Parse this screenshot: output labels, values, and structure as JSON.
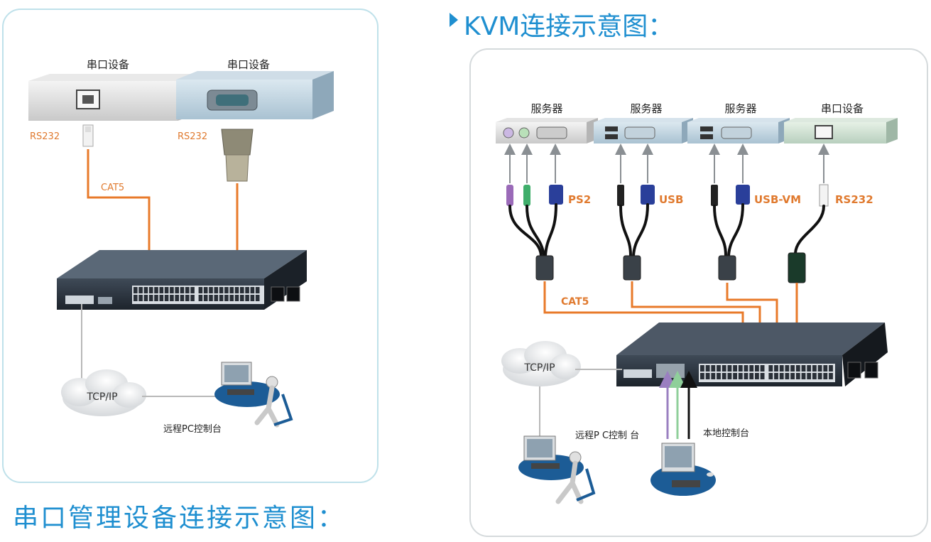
{
  "titles": {
    "serial": "串口管理设备连接示意图：",
    "kvm": "KVM连接示意图："
  },
  "left": {
    "device1": "串口设备",
    "device2": "串口设备",
    "port1": "RS232",
    "port2": "RS232",
    "cable": "CAT5",
    "network": "TCP/IP",
    "remote": "远程PC控制台"
  },
  "right": {
    "dev1": "服务器",
    "dev2": "服务器",
    "dev3": "服务器",
    "dev4": "串口设备",
    "conn1": "PS2",
    "conn2": "USB",
    "conn3": "USB-VM",
    "conn4": "RS232",
    "cable": "CAT5",
    "network": "TCP/IP",
    "remote": "远程P C控制 台",
    "local": "本地控制台"
  },
  "colors": {
    "accent": "#1f8fd0",
    "cable_orange": "#e87a2a",
    "label_orange": "#e07a2f"
  }
}
